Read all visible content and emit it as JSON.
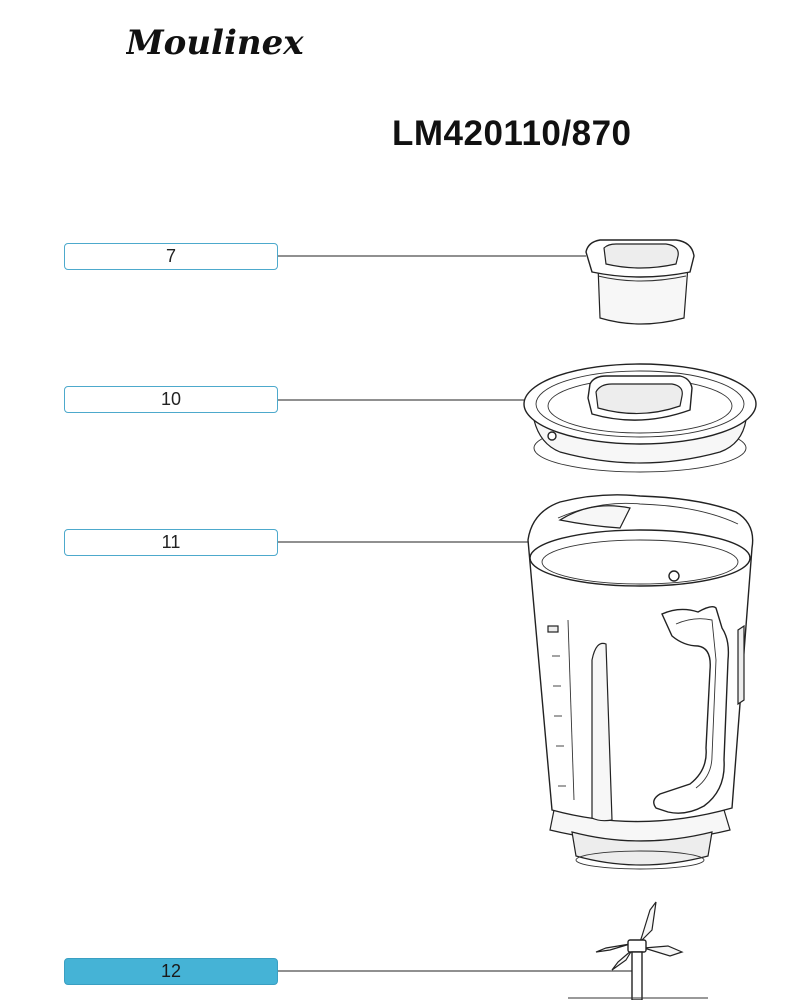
{
  "header": {
    "brand": "Moulinex",
    "model": "LM420110/870"
  },
  "parts": [
    {
      "label": "7",
      "name": "measuring-cap",
      "selected": false
    },
    {
      "label": "10",
      "name": "lid",
      "selected": false
    },
    {
      "label": "11",
      "name": "jug",
      "selected": false
    },
    {
      "label": "12",
      "name": "blade-assembly",
      "selected": true
    }
  ],
  "colors": {
    "label_border": "#4da9cc",
    "label_selected_fill": "#45b3d6",
    "line": "#222222"
  }
}
